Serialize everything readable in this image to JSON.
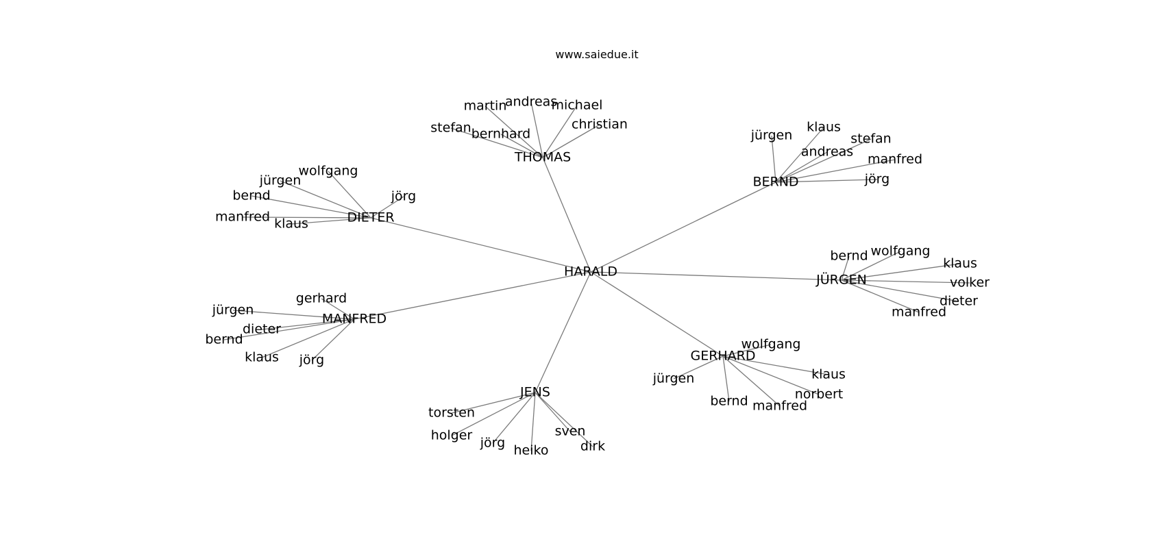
{
  "title": "www.saiedue.it",
  "center": "HARALD",
  "groups": [
    {
      "name": "THOMAS",
      "children": [
        "martin",
        "andreas",
        "michael",
        "christian",
        "stefan",
        "bernhard"
      ]
    },
    {
      "name": "BERND",
      "children": [
        "jürgen",
        "klaus",
        "stefan",
        "andreas",
        "manfred",
        "jörg"
      ]
    },
    {
      "name": "DIETER",
      "children": [
        "wolfgang",
        "jürgen",
        "bernd",
        "jörg",
        "manfred",
        "klaus"
      ]
    },
    {
      "name": "JÜRGEN",
      "children": [
        "bernd",
        "wolfgang",
        "klaus",
        "volker",
        "dieter",
        "manfred"
      ]
    },
    {
      "name": "MANFRED",
      "children": [
        "gerhard",
        "jürgen",
        "dieter",
        "bernd",
        "klaus",
        "jörg"
      ]
    },
    {
      "name": "GERHARD",
      "children": [
        "wolfgang",
        "klaus",
        "jürgen",
        "norbert",
        "bernd",
        "manfred"
      ]
    },
    {
      "name": "JENS",
      "children": [
        "torsten",
        "holger",
        "jörg",
        "heiko",
        "sven",
        "dirk"
      ]
    }
  ]
}
